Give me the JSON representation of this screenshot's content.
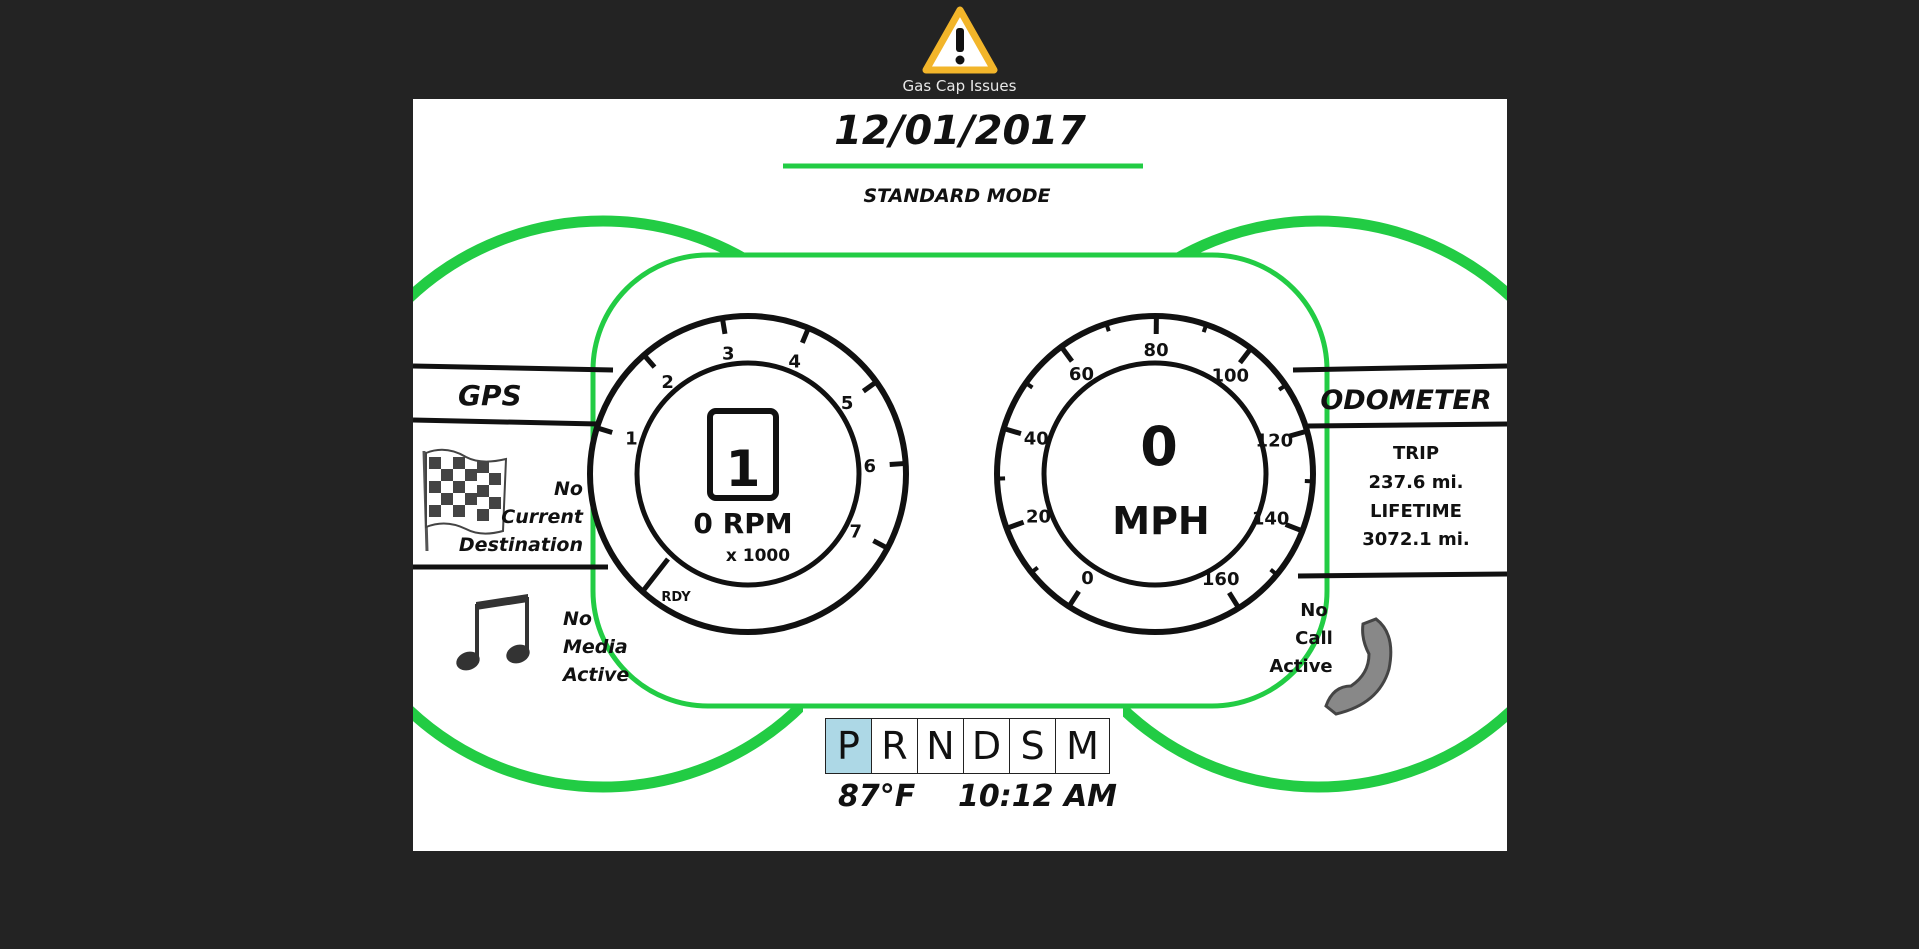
{
  "warning": {
    "icon": "warning-triangle-icon",
    "label": "Gas Cap Issues"
  },
  "header": {
    "date": "12/01/2017",
    "mode": "STANDARD MODE"
  },
  "tachometer": {
    "gear_display": "1",
    "rpm_text": "0 RPM",
    "multiplier": "x 1000",
    "ready_label": "RDY",
    "ticks": [
      "1",
      "2",
      "3",
      "4",
      "5",
      "6",
      "7"
    ],
    "value_rpm_thousands": 0
  },
  "speedometer": {
    "value": "0",
    "unit": "MPH",
    "ticks": [
      "0",
      "20",
      "40",
      "60",
      "80",
      "100",
      "120",
      "140",
      "160"
    ]
  },
  "gps": {
    "title": "GPS",
    "icon": "checkered-flag-icon",
    "status_lines": [
      "No",
      "Current",
      "Destination"
    ]
  },
  "media": {
    "icon": "music-note-icon",
    "status_lines": [
      "No",
      "Media",
      "Active"
    ]
  },
  "odometer": {
    "title": "ODOMETER",
    "trip_label": "TRIP",
    "trip_value": "237.6 mi.",
    "lifetime_label": "LIFETIME",
    "lifetime_value": "3072.1 mi."
  },
  "phone": {
    "icon": "phone-handset-icon",
    "status_lines": [
      "No",
      "Call",
      "Active"
    ]
  },
  "transmission": {
    "gears": [
      "P",
      "R",
      "N",
      "D",
      "S",
      "M"
    ],
    "selected": "P"
  },
  "footer": {
    "temperature": "87°F",
    "time": "10:12 AM"
  },
  "colors": {
    "ring": "#22cc44",
    "background": "#232323",
    "panel": "#ffffff",
    "selected_gear": "#add8e6"
  }
}
